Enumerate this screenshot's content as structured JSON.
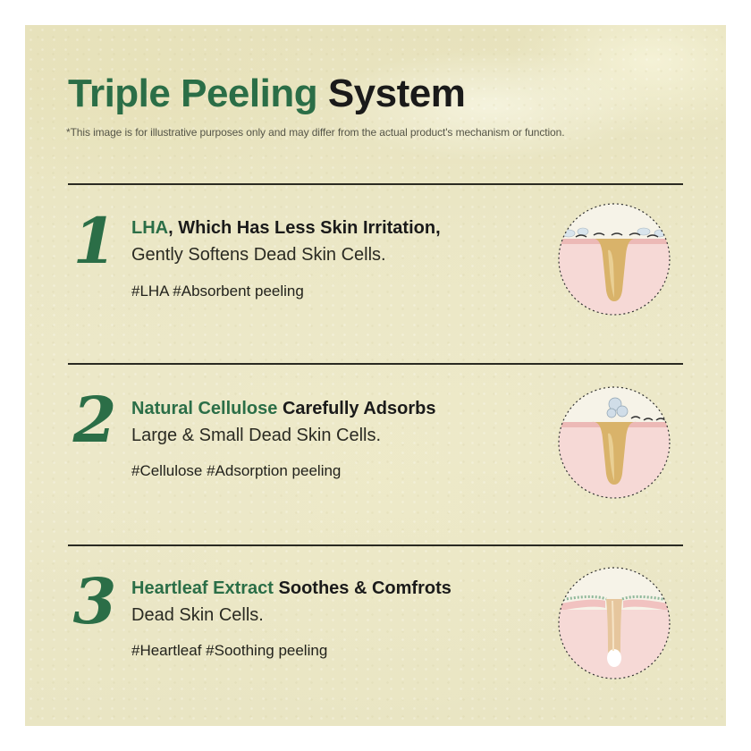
{
  "title": {
    "part1": "Triple Peeling",
    "part2": "System"
  },
  "disclaimer": "*This image is for illustrative purposes only and may differ from the actual product's mechanism or function.",
  "steps": [
    {
      "number": "1",
      "highlight": "LHA",
      "bold": ", Which Has Less Skin Irritation,",
      "line2": "Gently Softens Dead Skin Cells.",
      "tags": "#LHA #Absorbent peeling",
      "icon": "skin-layer-softening-icon"
    },
    {
      "number": "2",
      "highlight": "Natural Cellulose",
      "bold": " Carefully Adsorbs",
      "line2": "Large & Small Dead Skin Cells.",
      "tags": "#Cellulose #Adsorption peeling",
      "icon": "skin-layer-adsorption-icon"
    },
    {
      "number": "3",
      "highlight": "Heartleaf Extract",
      "bold": " Soothes & Comfrots",
      "line2": "Dead Skin Cells.",
      "tags": "#Heartleaf #Soothing peeling",
      "icon": "skin-layer-soothing-icon"
    }
  ],
  "colors": {
    "accent_green": "#2b6e47",
    "text_dark": "#1a1a1a",
    "background": "#ebe7c6",
    "skin_pink": "#f5d6d4",
    "follicle_gold": "#d9b36a"
  }
}
